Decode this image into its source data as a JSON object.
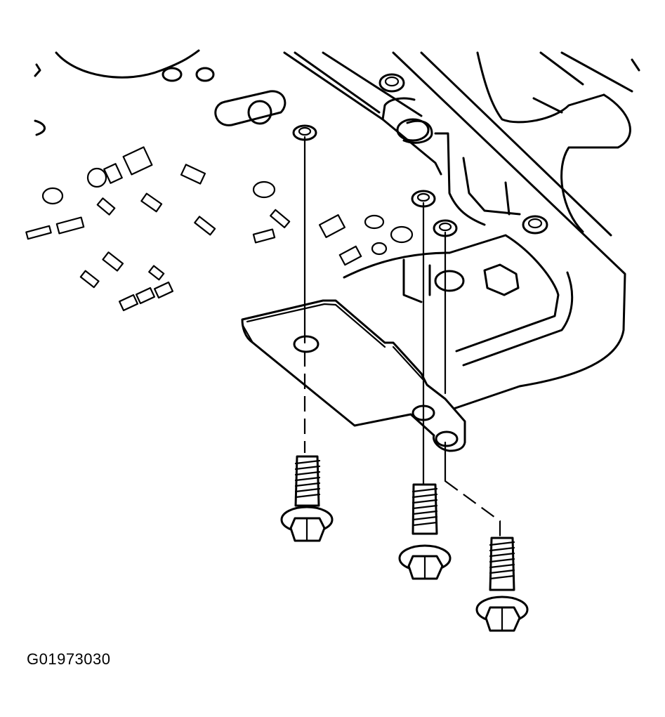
{
  "figure": {
    "code": "G01973030",
    "colors": {
      "line": "#000000",
      "background": "#ffffff"
    },
    "parts": [
      "transmission-case",
      "bracket",
      "bolt",
      "bolt",
      "bolt"
    ]
  }
}
